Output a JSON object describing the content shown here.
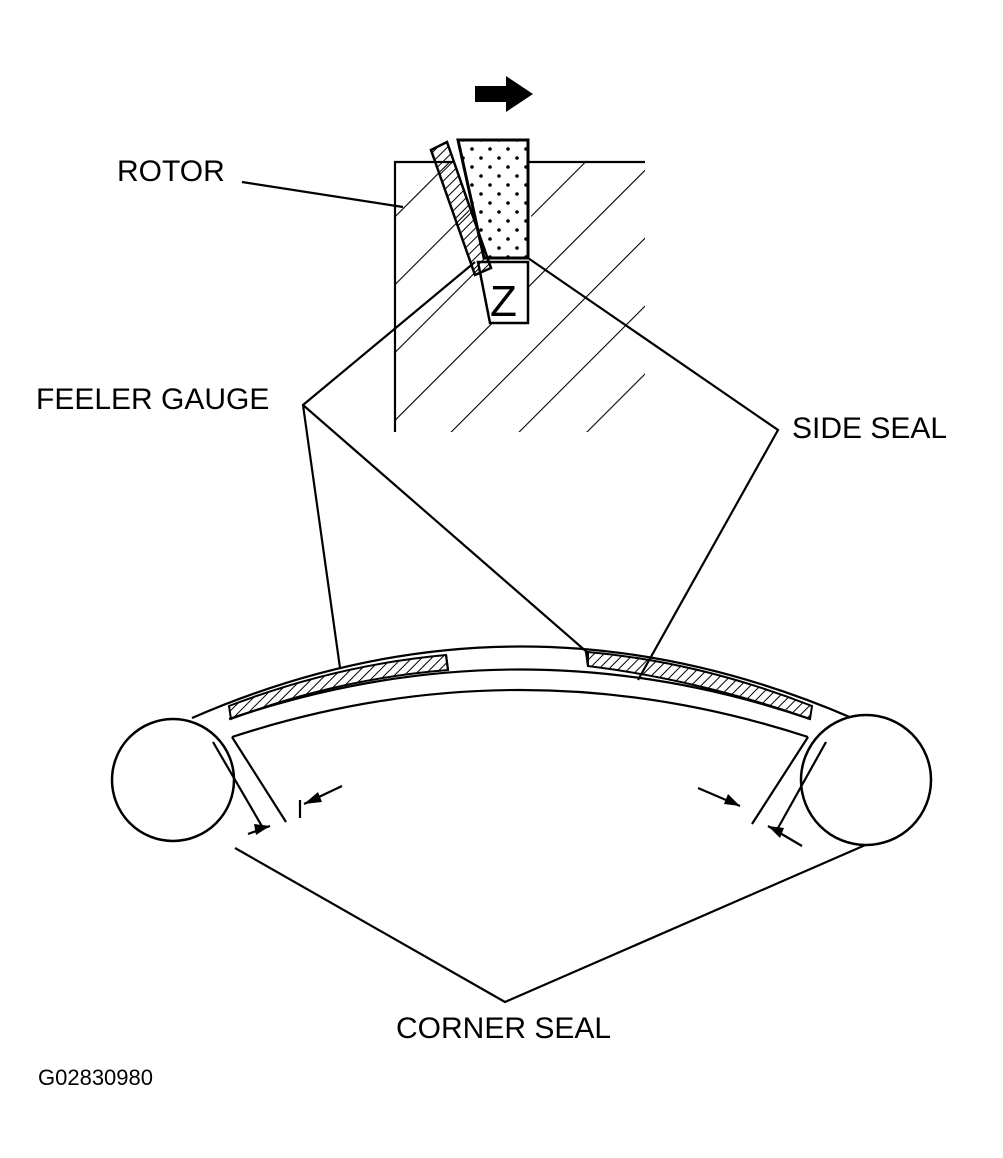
{
  "labels": {
    "rotor": "ROTOR",
    "feeler_gauge": "FEELER GAUGE",
    "side_seal": "SIDE SEAL",
    "corner_seal": "CORNER SEAL",
    "seal_marker": "Z",
    "figure_id": "G02830980"
  },
  "icons": {
    "direction_arrow": "arrow-right-icon"
  }
}
